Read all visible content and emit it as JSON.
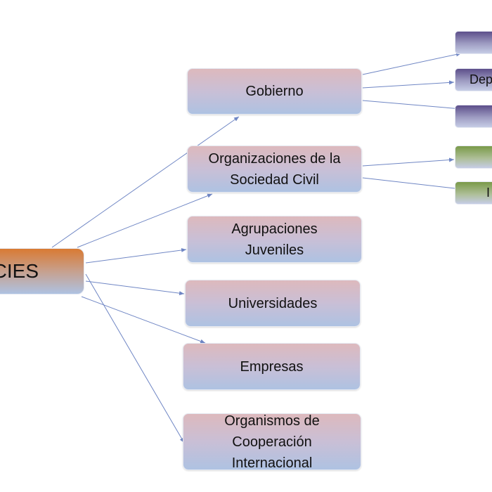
{
  "root": {
    "label": "CIES"
  },
  "nodes": [
    {
      "id": "gobierno",
      "label": "Gobierno"
    },
    {
      "id": "osc",
      "label": "Organizaciones de la\nSociedad Civil"
    },
    {
      "id": "agrupaciones",
      "label": "Agrupaciones\nJuveniles"
    },
    {
      "id": "universidades",
      "label": "Universidades"
    },
    {
      "id": "empresas",
      "label": "Empresas"
    },
    {
      "id": "organismos",
      "label": "Organismos de\nCooperación\nInternacional"
    }
  ],
  "leaves": [
    {
      "id": "gob-1",
      "label": "",
      "parent": "gobierno",
      "color": "purple"
    },
    {
      "id": "gob-2",
      "label": "Dep",
      "parent": "gobierno",
      "color": "purple"
    },
    {
      "id": "gob-3",
      "label": "",
      "parent": "gobierno",
      "color": "purple"
    },
    {
      "id": "osc-1",
      "label": "",
      "parent": "osc",
      "color": "green"
    },
    {
      "id": "osc-2",
      "label": "I",
      "parent": "osc",
      "color": "green"
    }
  ],
  "colors": {
    "connector": "#6f86c4",
    "root_top": "#d97a33",
    "leaf_purple": "#5c4e8a",
    "leaf_green": "#7a9a48"
  }
}
